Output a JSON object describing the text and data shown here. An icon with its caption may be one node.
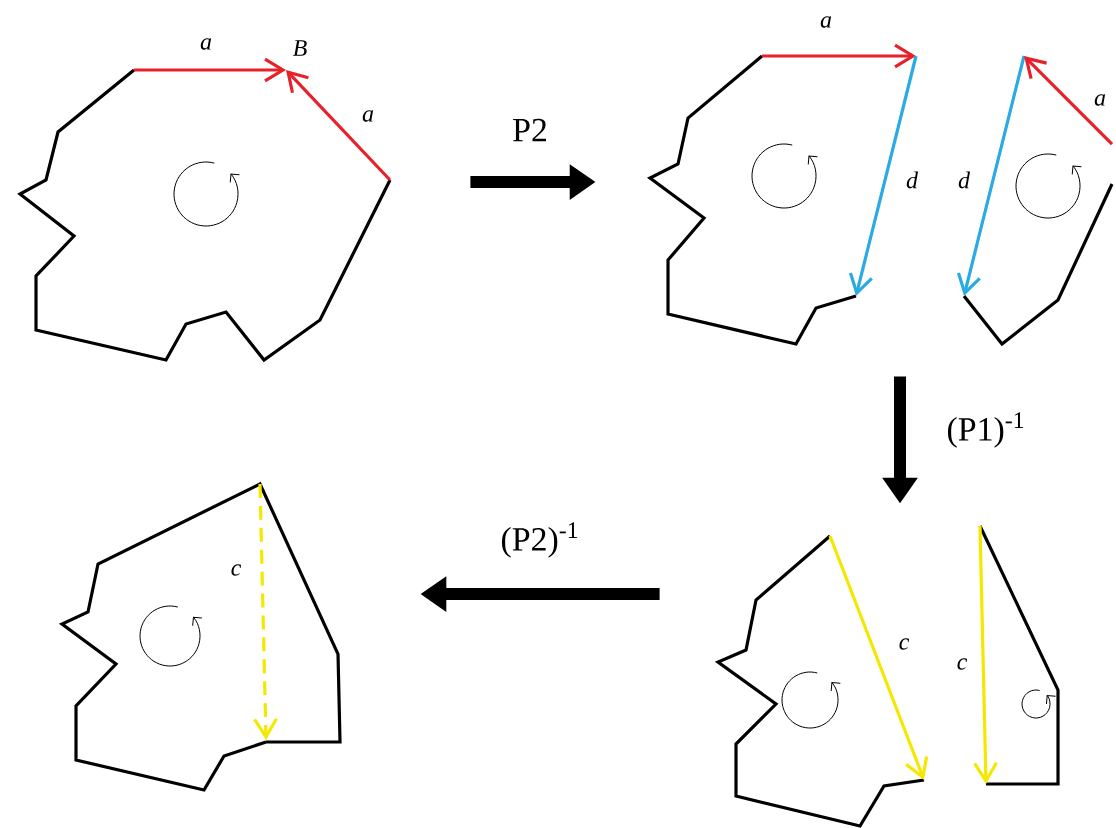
{
  "diagram": {
    "nodes": [
      {
        "text": [],
        "shape": "picture"
      },
      {
        "text": [],
        "shape": "picture"
      },
      {
        "text": [],
        "shape": "picture"
      },
      {
        "text": [],
        "shape": "picture"
      }
    ],
    "edges": [
      {
        "from": 0,
        "to": 1,
        "arrow": "to",
        "label": "P2"
      },
      {
        "from": 1,
        "to": 2,
        "arrow": "to",
        "label": "(P1)$^{-1}$"
      },
      {
        "from": 2,
        "to": 3,
        "arrow": "to",
        "label": "(P2)$^{-1}$"
      }
    ],
    "labels": [
      "a",
      "B",
      "a",
      "a",
      "d",
      "d",
      "a",
      "c",
      "c",
      "c"
    ]
  }
}
